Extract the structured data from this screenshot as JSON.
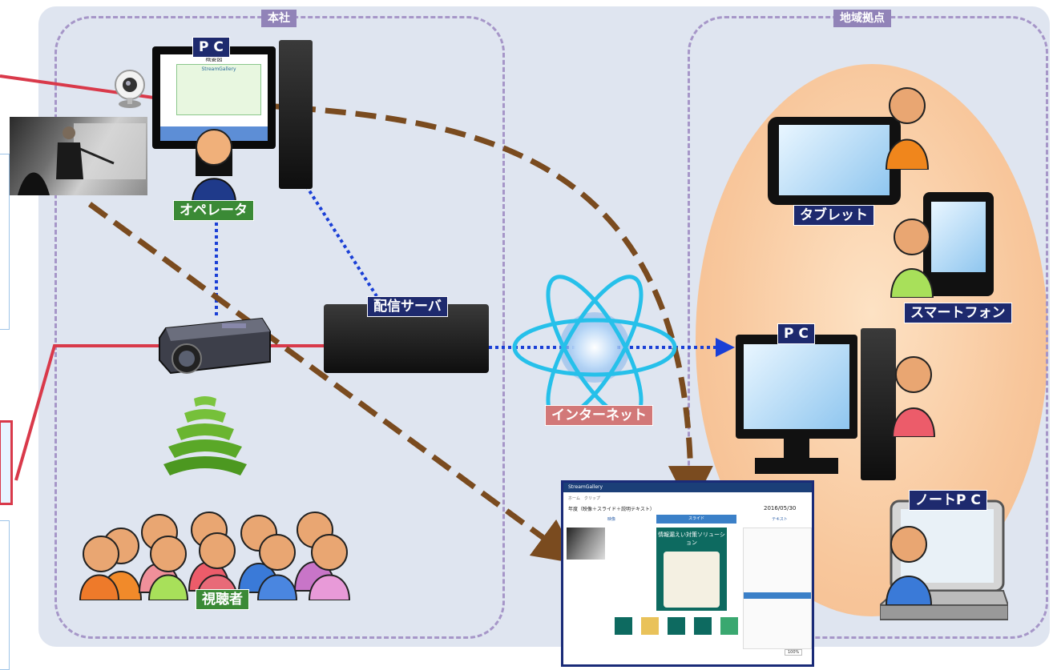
{
  "zones": {
    "hq": "本社",
    "regional": "地域拠点"
  },
  "labels": {
    "pc_top": "P C",
    "operator": "オペレータ",
    "server": "配信サーバ",
    "internet": "インターネット",
    "tablet": "タブレット",
    "smartphone": "スマートフォン",
    "pc_right": "P C",
    "notebook": "ノートP C",
    "audience": "視聴者"
  },
  "monitor_screen": {
    "title": "概要図",
    "logo": "StreamGallery"
  },
  "viewer_screenshot": {
    "app_name": "StreamGallery",
    "breadcrumb": "ホーム　クリップ",
    "title": "年度（映像＋スライド＋説明テキスト）",
    "date": "2016/05/30",
    "tab_left": "映像",
    "tab_center": "スライド",
    "tab_right": "テキスト",
    "slide_title": "情報漏えい対策ソリューション",
    "zoom": "100%"
  },
  "colors": {
    "navy": "#1e2a6e",
    "green": "#3b8a36",
    "internet_red": "#d27878",
    "zone_purple": "#9183b8",
    "arrow_brown": "#7a4b1f",
    "link_blue": "#1a3fd6",
    "callout_red": "#d9394a"
  }
}
